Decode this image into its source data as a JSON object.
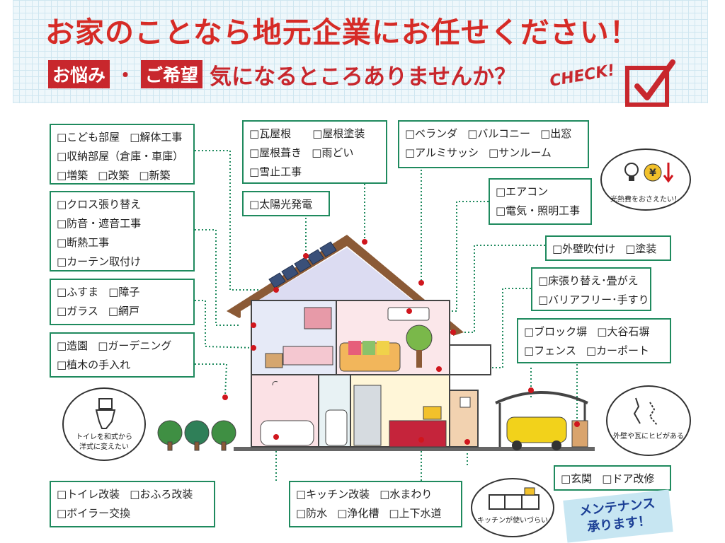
{
  "header": {
    "title": "お家のことなら地元企業にお任せください！",
    "tag1": "お悩み",
    "separator": "・",
    "tag2": "ご希望",
    "subtitle": "気になるところありませんか？",
    "check": "CHECK!"
  },
  "boxes": {
    "kids_room": {
      "rows": [
        [
          "□こども部屋",
          "□解体工事"
        ],
        [
          "□収納部屋（倉庫・車庫）"
        ],
        [
          "□増築",
          "□改築",
          "□新築"
        ]
      ]
    },
    "cloth": {
      "rows": [
        [
          "□クロス張り替え"
        ],
        [
          "□防音・遮音工事"
        ],
        [
          "□断熱工事"
        ],
        [
          "□カーテン取付け"
        ]
      ]
    },
    "fusuma": {
      "rows": [
        [
          "□ふすま",
          "□障子"
        ],
        [
          "□ガラス",
          "□網戸"
        ]
      ]
    },
    "garden": {
      "rows": [
        [
          "□造園",
          "□ガーデニング"
        ],
        [
          "□植木の手入れ"
        ]
      ]
    },
    "roof": {
      "rows": [
        [
          "□瓦屋根",
          "□屋根塗装"
        ],
        [
          "□屋根葺き",
          "□雨どい"
        ],
        [
          "□雪止工事"
        ]
      ]
    },
    "solar": {
      "rows": [
        [
          "□太陽光発電"
        ]
      ]
    },
    "veranda": {
      "rows": [
        [
          "□ベランダ",
          "□バルコニー",
          "□出窓"
        ],
        [
          "□アルミサッシ",
          "□サンルーム"
        ]
      ]
    },
    "aircon": {
      "rows": [
        [
          "□エアコン"
        ],
        [
          "□電気・照明工事"
        ]
      ]
    },
    "exterior": {
      "rows": [
        [
          "□外壁吹付け",
          "□塗装"
        ]
      ]
    },
    "floor": {
      "rows": [
        [
          "□床張り替え･畳がえ"
        ],
        [
          "□バリアフリー･手すり"
        ]
      ]
    },
    "block": {
      "rows": [
        [
          "□ブロック塀",
          "□大谷石塀"
        ],
        [
          "□フェンス",
          "□カーポート"
        ]
      ]
    },
    "entrance": {
      "rows": [
        [
          "□玄関",
          "□ドア改修"
        ]
      ]
    },
    "toilet": {
      "rows": [
        [
          "□トイレ改装",
          "□おふろ改装"
        ],
        [
          "□ボイラー交換"
        ]
      ]
    },
    "kitchen": {
      "rows": [
        [
          "□キッチン改装",
          "□水まわり"
        ],
        [
          "□防水",
          "□浄化槽",
          "□上下水道"
        ]
      ]
    }
  },
  "bubbles": {
    "utility": "光熱費をおさえたい！",
    "crack": "外壁や瓦にヒビがある",
    "toilet_l1": "トイレを和式から",
    "toilet_l2": "洋式に変えたい",
    "kitchen": "キッチンが使いづらい",
    "yen": "¥"
  },
  "maintenance": {
    "line1": "メンテナンス",
    "line2": "承ります！"
  },
  "colors": {
    "accent_red": "#d62b26",
    "box_border": "#1f8a5e",
    "dot_line": "#1f8a5e",
    "marker": "#d0161d"
  }
}
